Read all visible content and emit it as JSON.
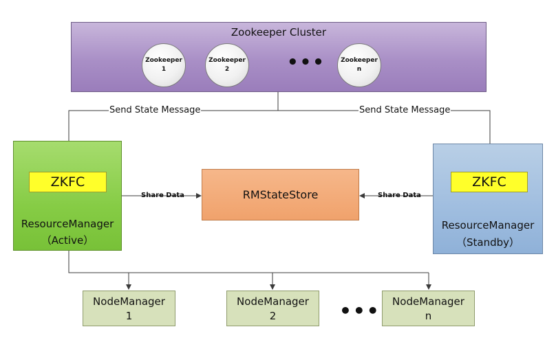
{
  "zookeeper_cluster": {
    "title": "Zookeeper Cluster",
    "nodes": [
      {
        "name": "Zookeeper",
        "index": "1"
      },
      {
        "name": "Zookeeper",
        "index": "2"
      },
      {
        "name": "Zookeeper",
        "index": "n"
      }
    ],
    "ellipsis": "•••"
  },
  "connectors": {
    "send_state_left": "Send State Message",
    "send_state_right": "Send State Message",
    "share_data_left": "Share Data",
    "share_data_right": "Share Data"
  },
  "rm_active": {
    "zkfc": "ZKFC",
    "label": "ResourceManager",
    "state": "（Active）"
  },
  "rm_standby": {
    "zkfc": "ZKFC",
    "label": "ResourceManager",
    "state": "（Standby）"
  },
  "state_store": {
    "label": "RMStateStore"
  },
  "node_managers": [
    {
      "name": "NodeManager",
      "index": "1"
    },
    {
      "name": "NodeManager",
      "index": "2"
    },
    {
      "name": "NodeManager",
      "index": "n"
    }
  ],
  "node_ellipsis": "•••",
  "colors": {
    "cluster": "#a98fc6",
    "active": "#86cc45",
    "standby": "#9fbddf",
    "zkfc": "#ffff2a",
    "state_store": "#f0a26c",
    "node_manager": "#d7e1bb"
  }
}
